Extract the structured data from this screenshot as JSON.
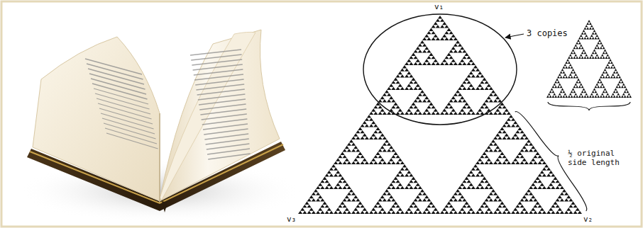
{
  "diagram": {
    "labels": [
      "v₁",
      "v₂",
      "v₃",
      "3 copies",
      "½ original side length"
    ]
  }
}
